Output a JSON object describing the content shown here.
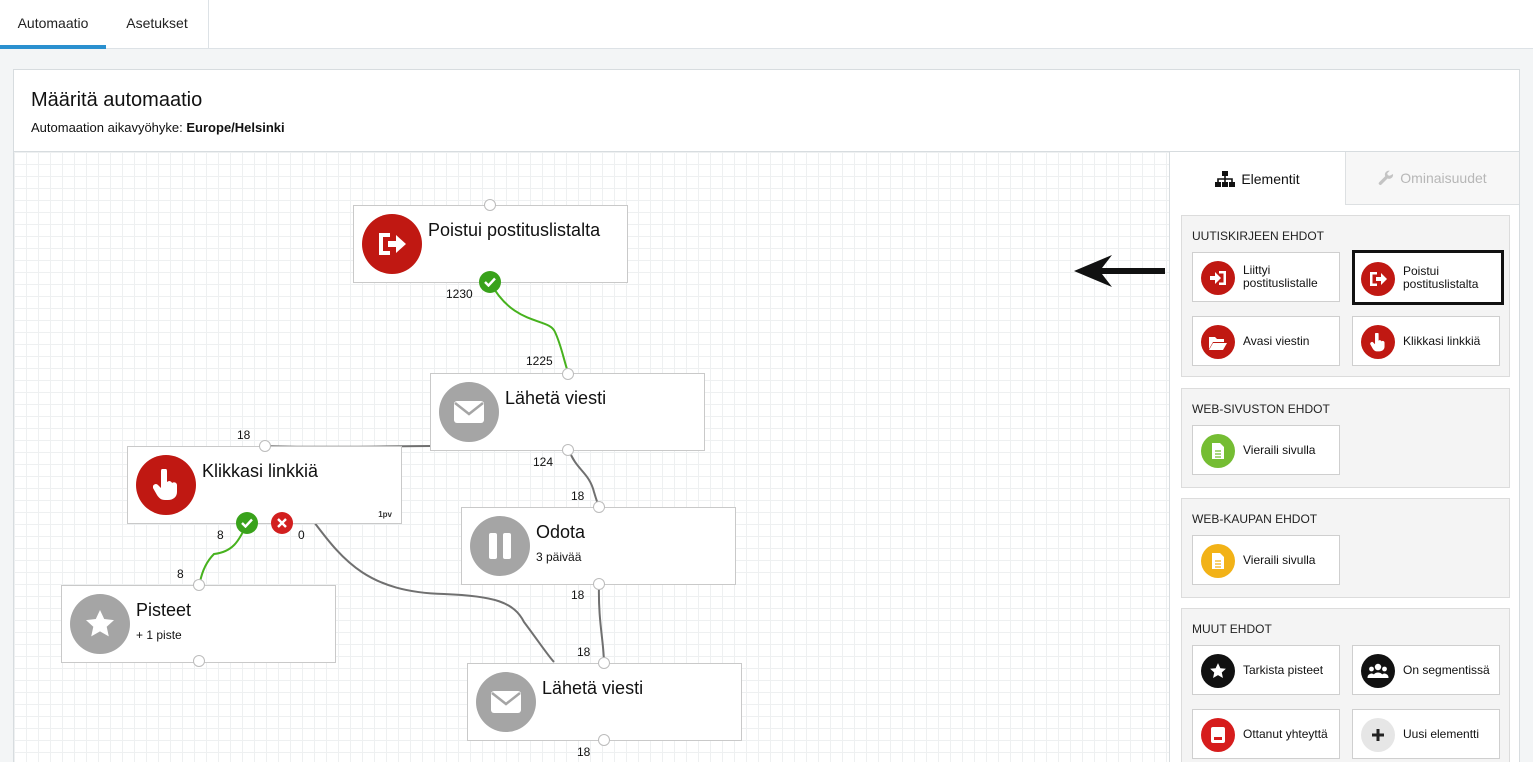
{
  "tabs": [
    "Automaatio",
    "Asetukset"
  ],
  "header": {
    "title": "Määritä automaatio",
    "timezone_label": "Automaation aikavyöhyke:",
    "timezone_value": "Europe/Helsinki"
  },
  "nodes": {
    "unsubscribed": {
      "title": "Poistui postituslistalta",
      "icon": "sign-out-icon",
      "color": "#c01812"
    },
    "send1": {
      "title": "Lähetä viesti",
      "icon": "envelope-icon",
      "color": "#a5a5a5"
    },
    "clicked": {
      "title": "Klikkasi linkkiä",
      "tag": "1pv",
      "icon": "hand-pointer-icon",
      "color": "#c01812"
    },
    "wait": {
      "title": "Odota",
      "subtitle": "3 päivää",
      "icon": "pause-icon",
      "color": "#a5a5a5"
    },
    "points": {
      "title": "Pisteet",
      "subtitle": "+ 1 piste",
      "icon": "star-icon",
      "color": "#a5a5a5"
    },
    "send2": {
      "title": "Lähetä viesti",
      "icon": "envelope-icon",
      "color": "#a5a5a5"
    }
  },
  "counts": {
    "unsub_out": "1230",
    "send1_in": "1225",
    "clicked_in": "18",
    "send1_out": "124",
    "wait_in": "18",
    "clicked_yes": "8",
    "clicked_no": "0",
    "points_in": "8",
    "wait_out": "18",
    "send2_in": "18",
    "send2_out": "18"
  },
  "sidebar": {
    "tab_elements": "Elementit",
    "tab_properties": "Ominaisuudet",
    "groups": [
      {
        "title": "UUTISKIRJEEN EHDOT",
        "items": [
          {
            "label": "Liittyi postituslistalle",
            "icon": "sign-in-icon",
            "color": "#c01812"
          },
          {
            "label": "Poistui postituslistalta",
            "icon": "sign-out-icon",
            "color": "#c01812",
            "selected": true
          },
          {
            "label": "Avasi viestin",
            "icon": "folder-open-icon",
            "color": "#c01812"
          },
          {
            "label": "Klikkasi linkkiä",
            "icon": "hand-pointer-icon",
            "color": "#c01812"
          }
        ]
      },
      {
        "title": "WEB-SIVUSTON EHDOT",
        "items": [
          {
            "label": "Vieraili sivulla",
            "icon": "file-icon",
            "color": "#75bd33"
          }
        ]
      },
      {
        "title": "WEB-KAUPAN EHDOT",
        "items": [
          {
            "label": "Vieraili sivulla",
            "icon": "file-icon",
            "color": "#f2b217"
          }
        ]
      },
      {
        "title": "MUUT EHDOT",
        "items": [
          {
            "label": "Tarkista pisteet",
            "icon": "star-icon",
            "color": "#111111"
          },
          {
            "label": "On segmentissä",
            "icon": "users-icon",
            "color": "#111111"
          },
          {
            "label": "Ottanut yhteyttä",
            "icon": "contact-card-icon",
            "color": "#d61d1d"
          },
          {
            "label": "Uusi elementti",
            "icon": "plus-icon",
            "color": "#e6e6e6"
          }
        ]
      }
    ]
  }
}
